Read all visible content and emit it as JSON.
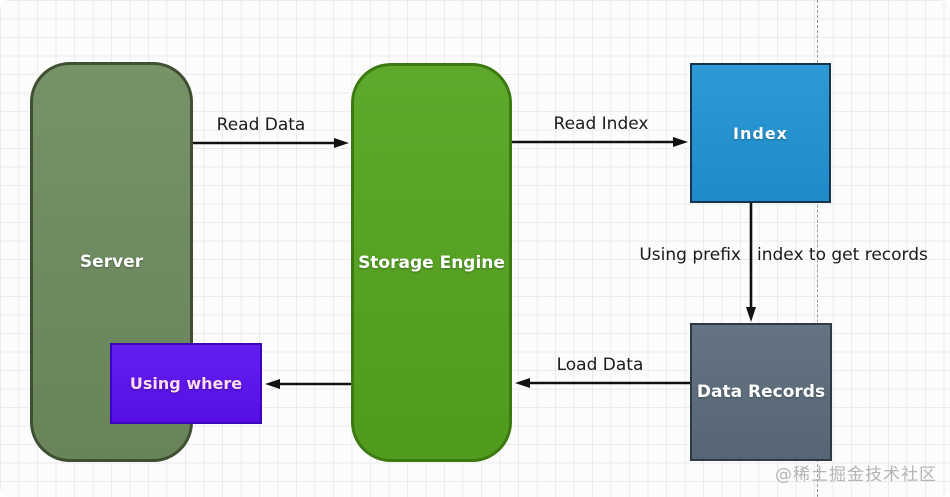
{
  "nodes": {
    "server": {
      "label": "Server",
      "fill": "#6e8b5e"
    },
    "storage_engine": {
      "label": "Storage Engine",
      "fill": "#54a31f"
    },
    "index": {
      "label": "Index",
      "fill": "#2093d3"
    },
    "data_records": {
      "label": "Data Records",
      "fill": "#5a6b7b"
    },
    "using_where": {
      "label": "Using where",
      "fill": "#5a10f0"
    }
  },
  "edges": {
    "read_data": {
      "label": "Read Data",
      "from": "server",
      "to": "storage_engine"
    },
    "read_index": {
      "label": "Read Index",
      "from": "storage_engine",
      "to": "index"
    },
    "prefix_index": {
      "label_before_line": "Using prefix",
      "label_after_line": "index to get records",
      "from": "index",
      "to": "data_records"
    },
    "load_data": {
      "label": "Load Data",
      "from": "data_records",
      "to": "storage_engine"
    },
    "where_filter": {
      "from": "storage_engine",
      "to": "using_where"
    }
  },
  "watermark": "@稀土掘金技术社区",
  "colors": {
    "arrow": "#111111",
    "dashed_guide": "#9b9b9b",
    "edge_label": "#1a1a1a",
    "watermark": "#b4b4b4"
  }
}
